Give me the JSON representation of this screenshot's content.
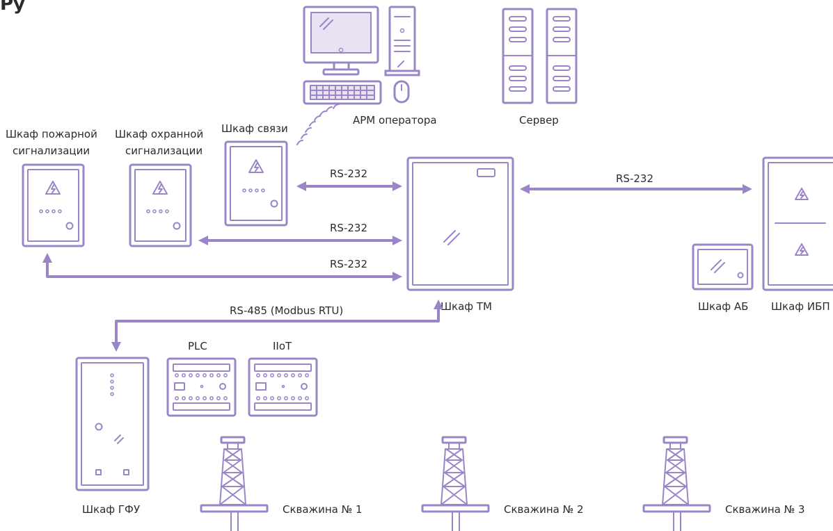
{
  "title": "Ру",
  "devices": {
    "operator": "АРМ оператора",
    "server": "Сервер",
    "fire_line1": "Шкаф пожарной",
    "fire_line2": "сигнализации",
    "security_line1": "Шкаф охранной",
    "security_line2": "сигнализации",
    "comm": "Шкаф связи",
    "tm": "Шкаф ТМ",
    "battery": "Шкаф АБ",
    "ups": "Шкаф ИБП",
    "gfu": "Шкаф ГФУ",
    "plc": "PLC",
    "iiot": "IIoT"
  },
  "links": {
    "comm_tm": "RS-232",
    "security_tm": "RS-232",
    "fire_tm": "RS-232",
    "tm_ups": "RS-232",
    "tm_gfu": "RS-485 (Modbus RTU)"
  },
  "wells": [
    "Скважина № 1",
    "Скважина № 2",
    "Скважина № 3"
  ],
  "colors": {
    "line": "#9a85c7",
    "fill": "#e8e2f3",
    "text": "#2b2b2b"
  },
  "icons": [
    "lightning-icon",
    "monitor-icon",
    "keyboard-icon",
    "mouse-icon",
    "wifi-icon",
    "server-icon",
    "oil-derrick-icon"
  ]
}
